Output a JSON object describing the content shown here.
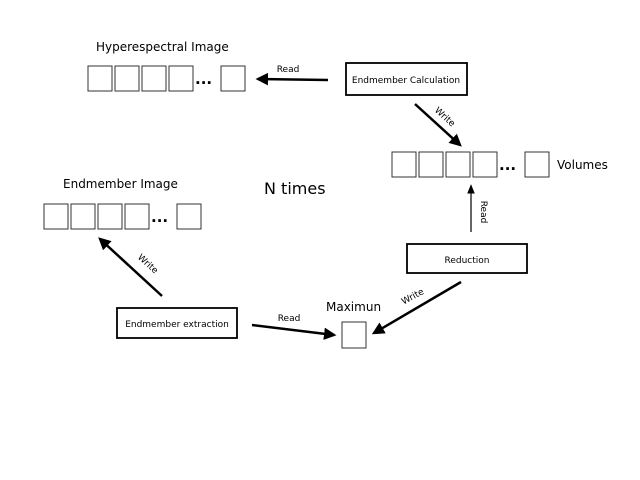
{
  "labels": {
    "hyperspectral_image": "Hyperespectral Image",
    "endmember_image": "Endmember Image",
    "volumes": "Volumes",
    "maximun": "Maximun",
    "n_times": "N times"
  },
  "processes": {
    "endmember_calculation": "Endmember Calculation",
    "reduction": "Reduction",
    "endmember_extraction": "Endmember extraction"
  },
  "edges": {
    "read_1": "Read",
    "write_1": "Write",
    "read_2": "Read",
    "write_2": "Write",
    "read_3": "Read",
    "write_3": "Write"
  },
  "ellipsis": "..."
}
